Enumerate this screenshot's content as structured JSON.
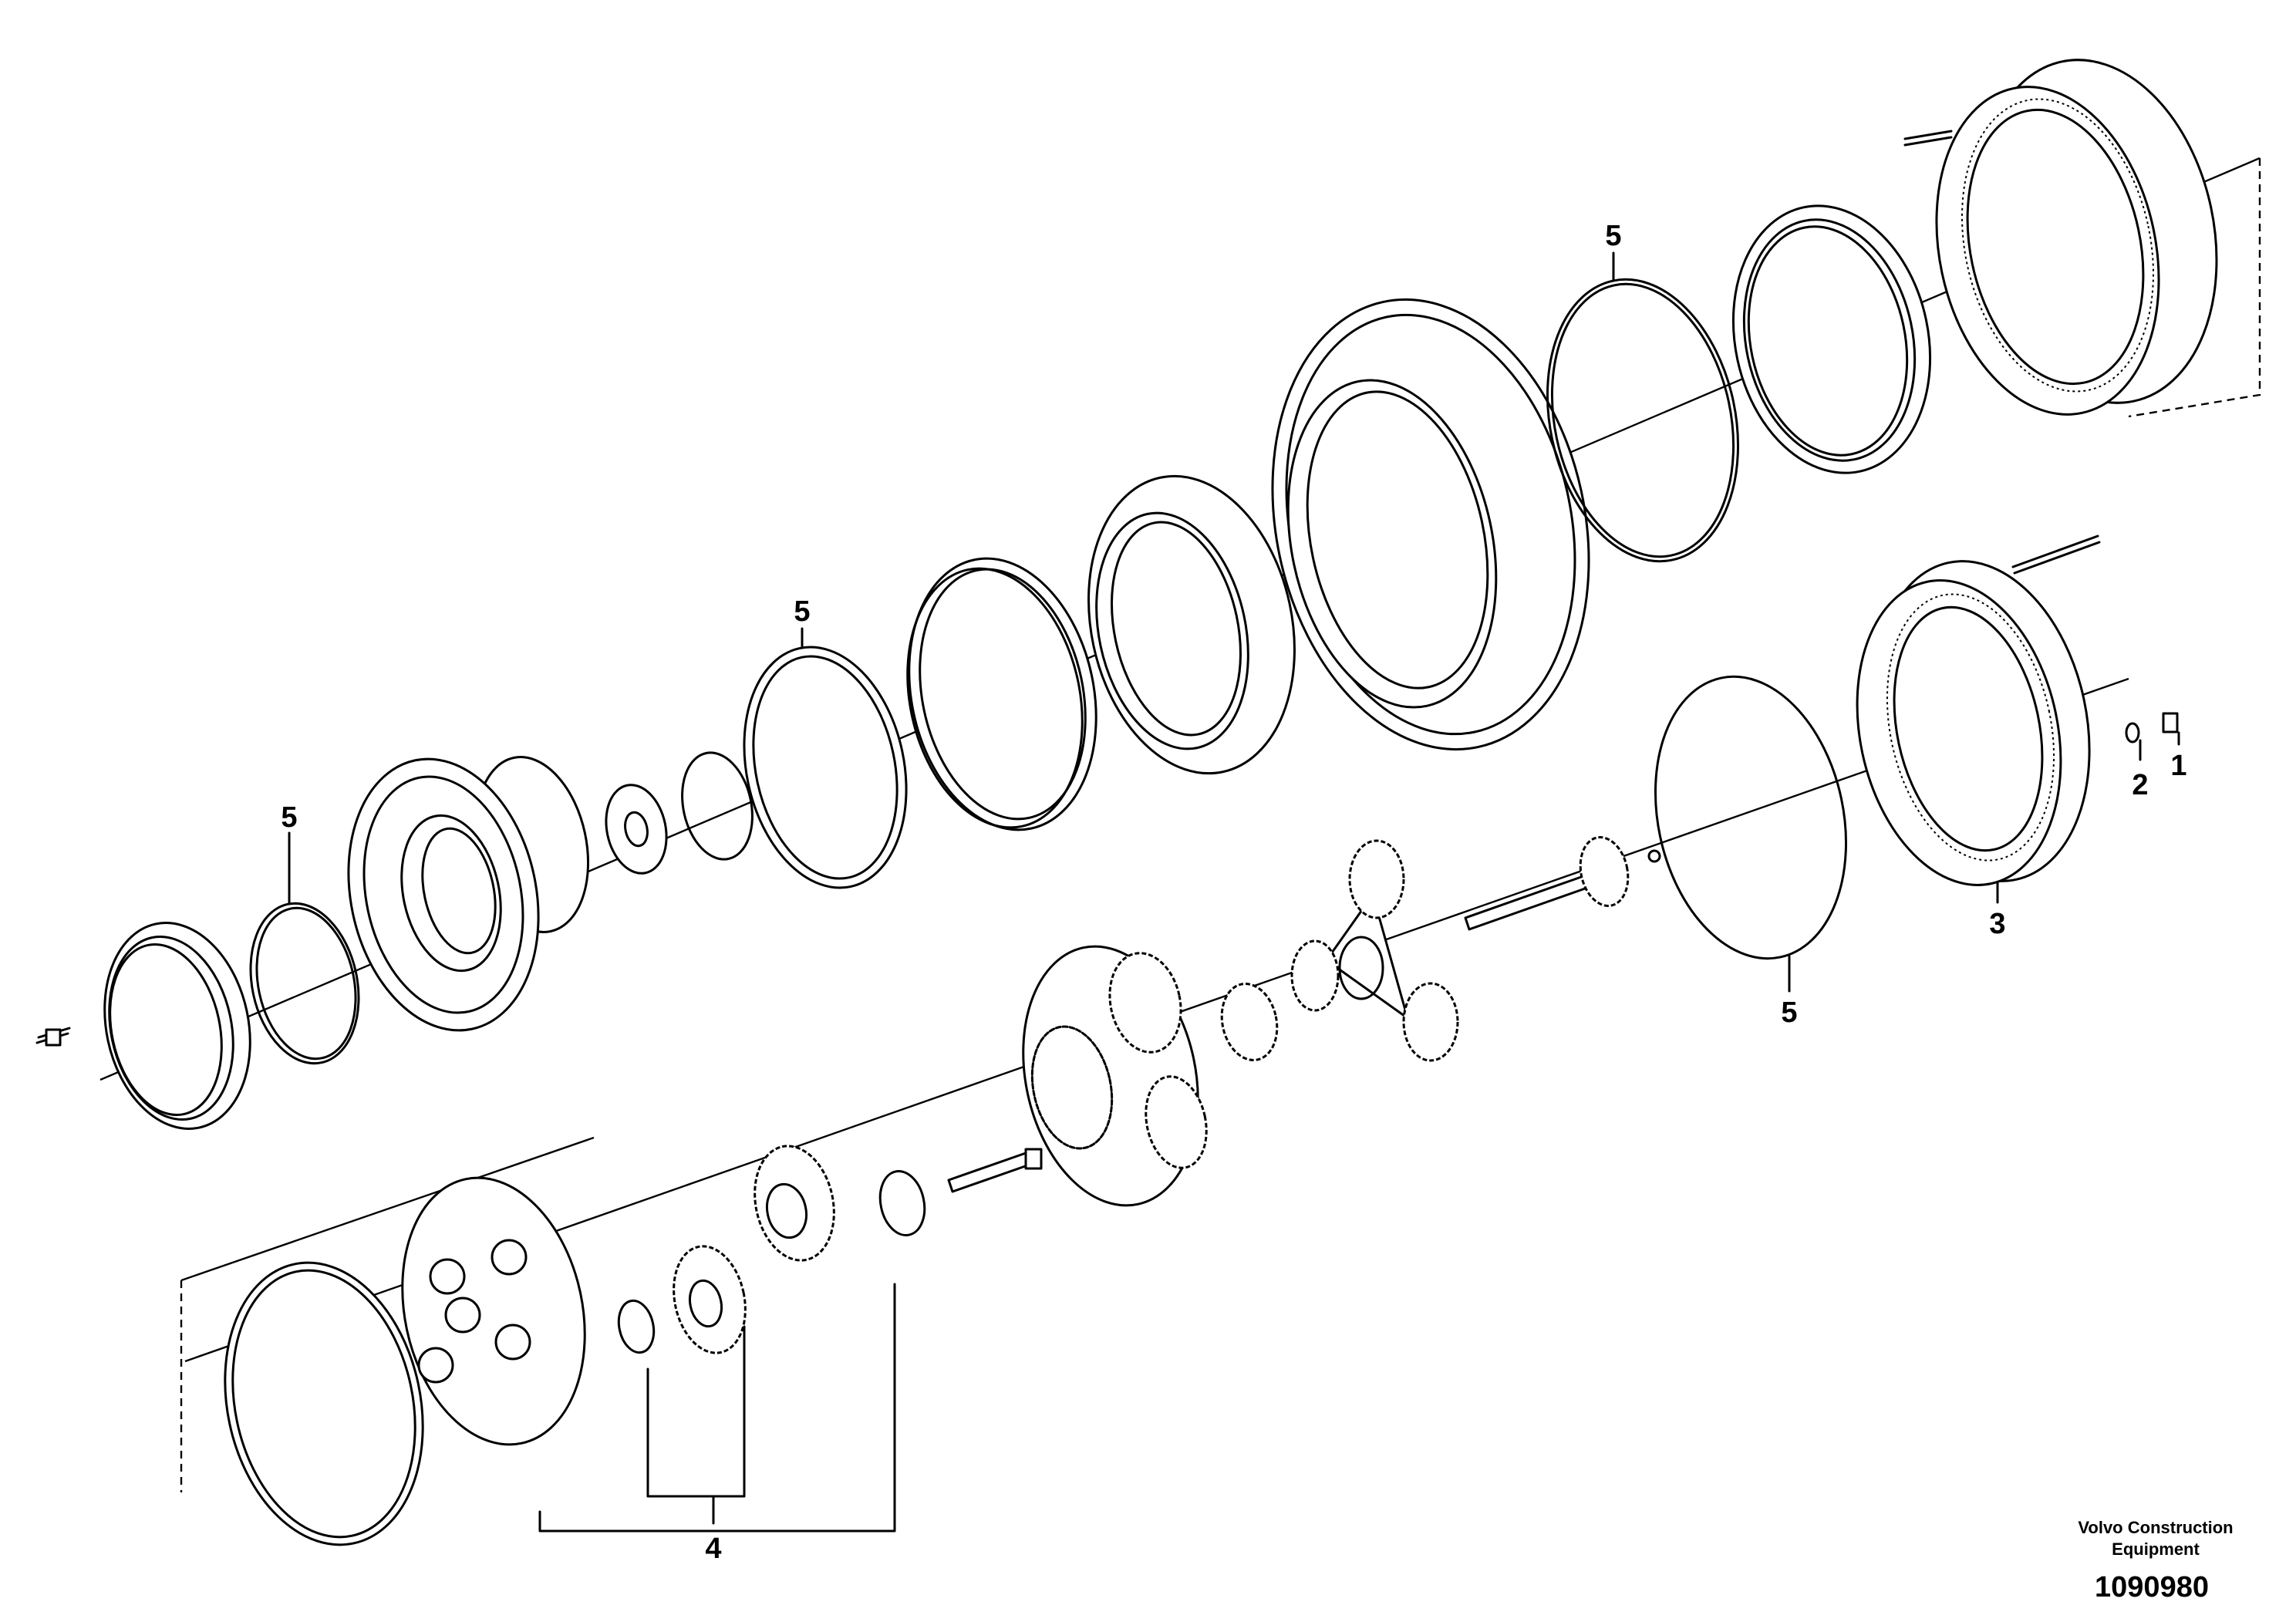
{
  "callouts": [
    {
      "id": "1",
      "text": "1"
    },
    {
      "id": "2",
      "text": "2"
    },
    {
      "id": "3",
      "text": "3"
    },
    {
      "id": "4",
      "text": "4"
    },
    {
      "id": "5a",
      "text": "5"
    },
    {
      "id": "5b",
      "text": "5"
    },
    {
      "id": "5c",
      "text": "5"
    },
    {
      "id": "5d",
      "text": "5"
    }
  ],
  "footer": {
    "company_line1": "Volvo Construction",
    "company_line2": "Equipment",
    "drawing_number": "1090980"
  }
}
